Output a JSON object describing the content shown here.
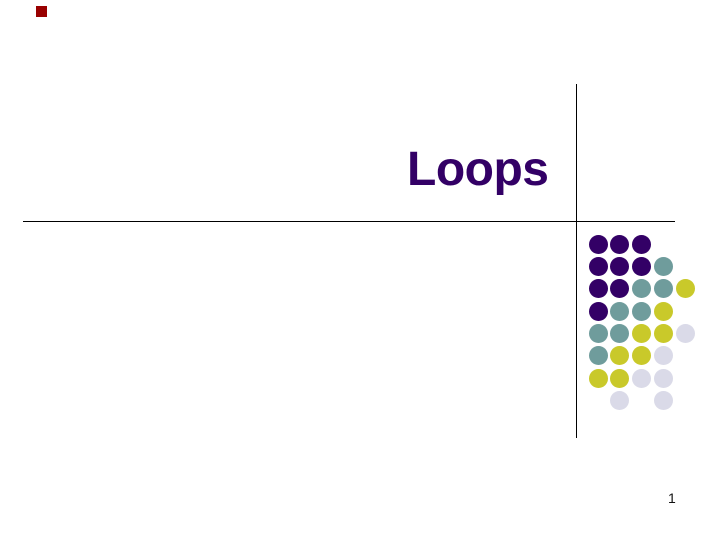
{
  "slide": {
    "title": "Loops",
    "page_number": "1"
  },
  "colors": {
    "title_text": "#330066",
    "accent_square": "#990000",
    "rule_line": "#000000",
    "dot_purple": "#330066",
    "dot_teal": "#6F9C9C",
    "dot_yellow": "#C9C92A",
    "dot_lavender": "#DADAE8"
  },
  "decoration": {
    "dot_pattern": [
      [
        "purple",
        "purple",
        "purple",
        null,
        null
      ],
      [
        "purple",
        "purple",
        "purple",
        "teal",
        null
      ],
      [
        "purple",
        "purple",
        "teal",
        "teal",
        "yellow"
      ],
      [
        "purple",
        "teal",
        "teal",
        "yellow",
        null
      ],
      [
        "teal",
        "teal",
        "yellow",
        "yellow",
        "lavender"
      ],
      [
        "teal",
        "yellow",
        "yellow",
        "lavender",
        null
      ],
      [
        "yellow",
        "yellow",
        "lavender",
        "lavender",
        null
      ],
      [
        null,
        "lavender",
        null,
        "lavender",
        null
      ]
    ]
  }
}
